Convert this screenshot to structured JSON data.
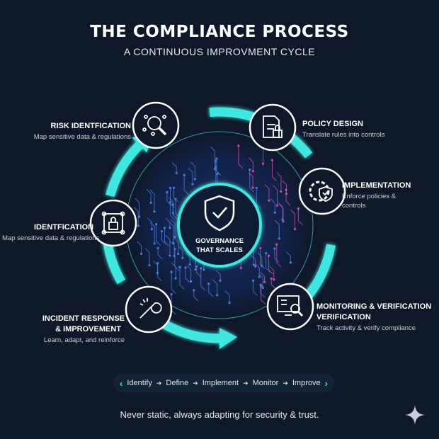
{
  "header": {
    "title": "THE COMPLIANCE PROCESS",
    "subtitle": "A CONTINUOUS IMPROVMENT CYCLE"
  },
  "center": {
    "line1": "GOVERNANCE",
    "line2": "THAT SCALES",
    "icon": "shield-check-icon"
  },
  "steps": [
    {
      "title": "RISK IDENTFICATION",
      "desc": "Map sensitive data & regulations",
      "icon": "network-magnifier-icon"
    },
    {
      "title": "POLICY DESIGN",
      "desc": "Translate rules into controls",
      "icon": "document-lock-icon"
    },
    {
      "title": "IMPLEMENTATION",
      "desc1": "Enforce policies &",
      "desc2": "controls",
      "icon": "gear-shield-icon"
    },
    {
      "title1": "MONITORING & VERIFICATION",
      "title2": "VERIFICATION",
      "desc": "Track activity & verify compliance",
      "icon": "monitor-checklist-icon"
    },
    {
      "title1": "INCIDENT RESPONSE",
      "title2": "& IMPROVEMENT",
      "desc": "Learn, adapt, and reinforce",
      "icon": "wrench-icon"
    },
    {
      "title": "IDENTFICATION",
      "desc": "Map sensitive data & regulations",
      "icon": "lock-frame-icon"
    }
  ],
  "flow": [
    "Identify",
    "Define",
    "Implement",
    "Monitor",
    "Improve"
  ],
  "footer": "Never static, always adapting for security & trust.",
  "colors": {
    "background": "#0e1828",
    "accent": "#3fe6e0",
    "circuit_blue": "#4a7bd8",
    "circuit_pink": "#c24fa8"
  }
}
